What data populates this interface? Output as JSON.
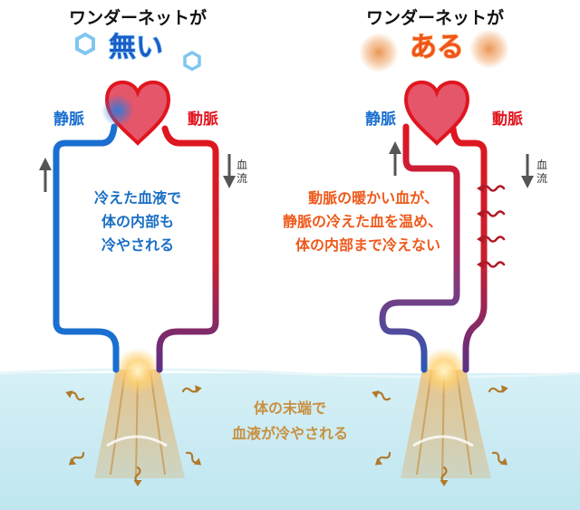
{
  "left": {
    "title": "ワンダーネットが",
    "badge": "無い",
    "vein_label": "静脈",
    "artery_label": "動脈",
    "flow_label_line1": "血",
    "flow_label_line2": "流",
    "caption_lines": [
      "冷えた血液で",
      "体の内部も",
      "冷やされる"
    ]
  },
  "right": {
    "title": "ワンダーネットが",
    "badge": "ある",
    "vein_label": "静脈",
    "artery_label": "動脈",
    "flow_label_line1": "血",
    "flow_label_line2": "流",
    "caption_lines": [
      "動脈の暖かい血が、",
      "静脈の冷えた血を温め、",
      "体の内部まで冷えない"
    ]
  },
  "bottom": {
    "caption_lines": [
      "体の末端で",
      "血液が冷やされる"
    ]
  },
  "colors": {
    "vein": "#1a6fd0",
    "artery": "#e0161f",
    "mix": "#6a3080",
    "heart": "#e5566a",
    "water": "#c6e9f2",
    "left_text": "#1a6fc4",
    "right_text": "#ee5a1c",
    "tissue": "#d9b070",
    "heat_arrow": "#b01a26"
  },
  "icons": [
    "hexagon-ice-icon",
    "heat-glow-icon",
    "heart-icon",
    "arrow-up-icon",
    "arrow-down-icon",
    "wavy-heat-arrow-icon"
  ]
}
